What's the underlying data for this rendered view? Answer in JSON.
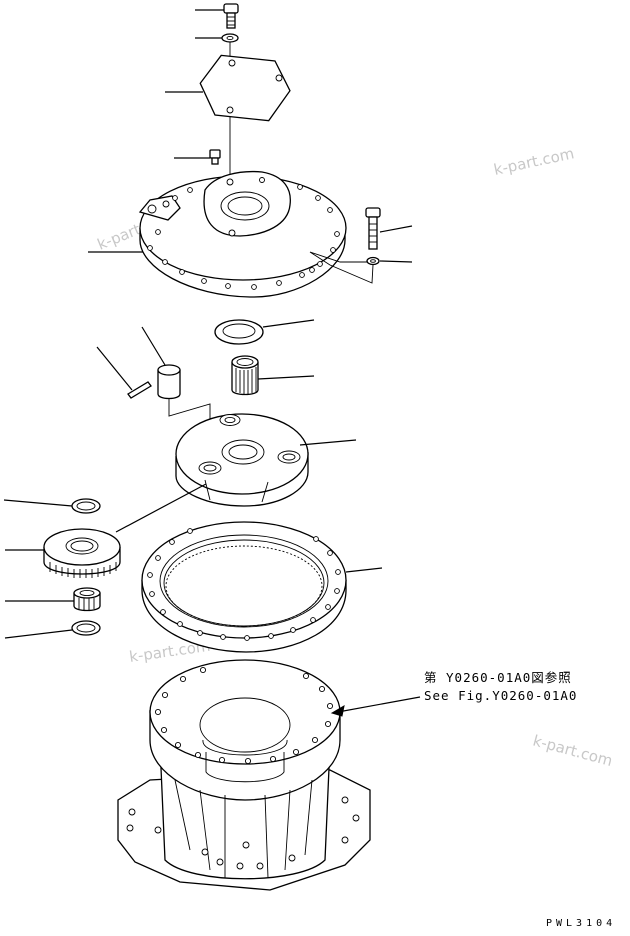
{
  "diagram": {
    "reference_note": {
      "line_jp": "第 Y0260-01A0図参照",
      "line_en": "See Fig.Y0260-01A0"
    },
    "drawing_code": "PWL3104",
    "watermarks": [
      "k-part.com",
      "k-part.com",
      "k-part.com",
      "k-part.com"
    ],
    "parts": [
      "bolt-top",
      "washer-top",
      "cover-plate",
      "plug",
      "carrier-housing",
      "bolt-side",
      "washer-side",
      "thrust-washer-large",
      "needle-bearing-upper",
      "shaft-pin",
      "spring-pin",
      "planet-carrier",
      "thrust-washer-left-upper",
      "planet-gear",
      "needle-bearing-lower",
      "thrust-washer-left-lower",
      "ring-gear",
      "motor-housing"
    ]
  }
}
